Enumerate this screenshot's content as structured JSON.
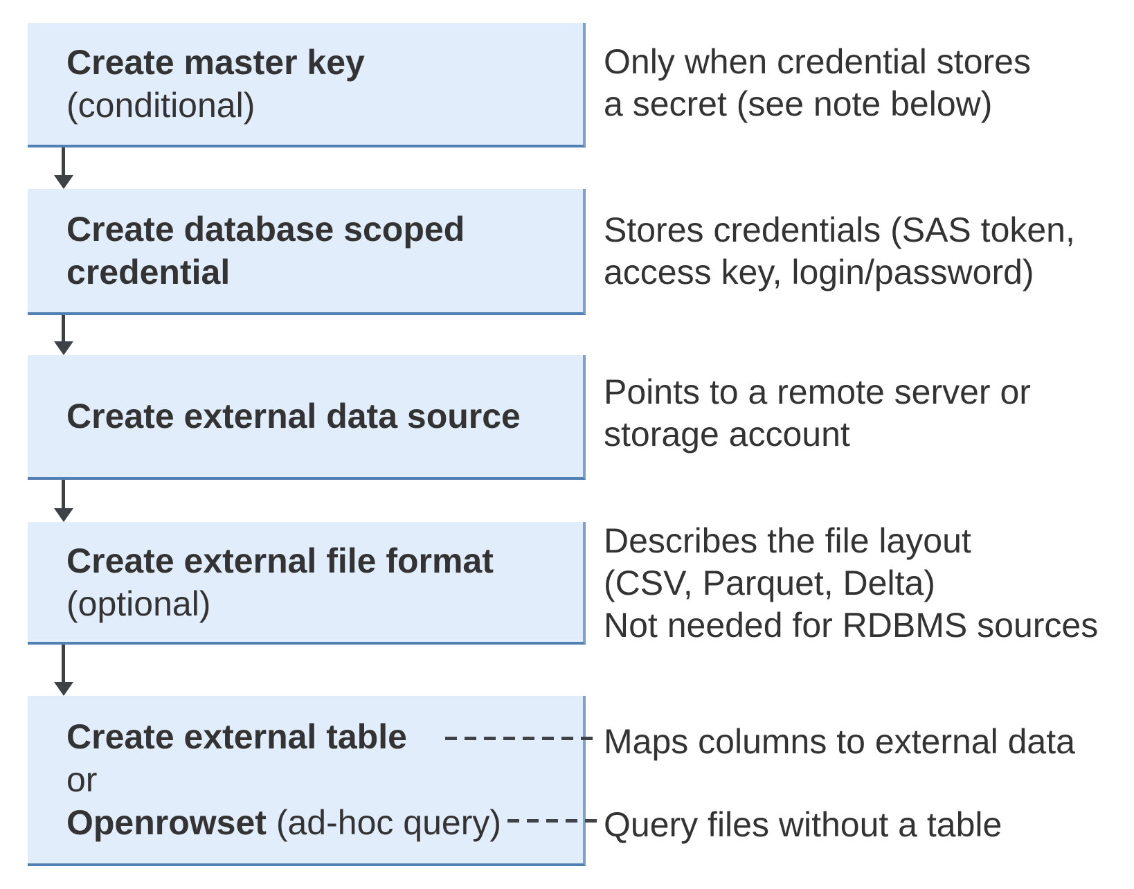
{
  "colors": {
    "box_fill": "#e2edfb",
    "box_border": "#5380b2",
    "box_border_light": "#7fa0c8",
    "arrow": "#3e4247",
    "connector": "#3f4347",
    "text": "#333333"
  },
  "steps": [
    {
      "title": "Create master key",
      "subtitle": "(conditional)",
      "note_lines": [
        "Only when credential stores",
        "a secret (see note below)"
      ]
    },
    {
      "title": "Create database scoped credential",
      "note_lines": [
        "Stores credentials (SAS token,",
        "access key, login/password)"
      ]
    },
    {
      "title": "Create external data source",
      "note_lines": [
        "Points to a remote server or",
        "storage account"
      ]
    },
    {
      "title": "Create external file format",
      "subtitle": "(optional)",
      "note_lines": [
        "Describes the file layout",
        "(CSV, Parquet, Delta)",
        "Not needed for RDBMS sources"
      ]
    },
    {
      "option1_title": "Create external table",
      "or_label": "or",
      "option2_title_bold": "Openrowset",
      "option2_title_rest": " (ad-hoc query)",
      "option1_note": "Maps columns to external data",
      "option2_note": "Query files without a table"
    }
  ]
}
